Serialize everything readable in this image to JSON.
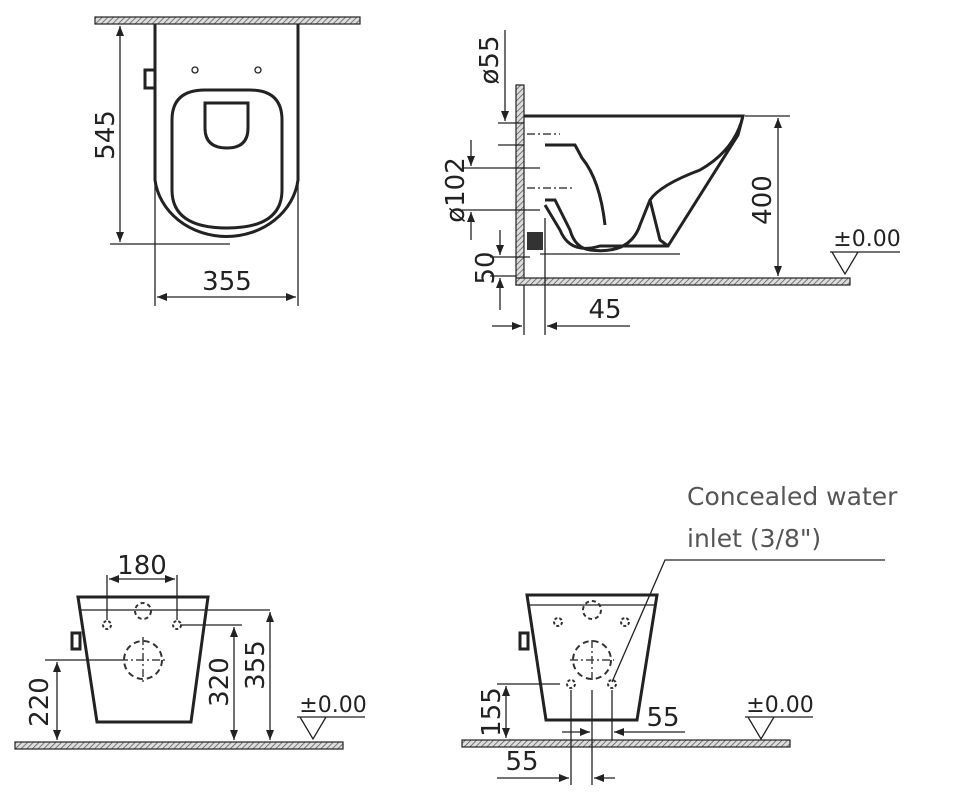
{
  "top_view": {
    "width_dim": "355",
    "depth_dim": "545"
  },
  "side_view": {
    "inlet_diameter": "ø55",
    "outlet_diameter": "ø102",
    "floor_gap_dim": "50",
    "wall_offset_dim": "45",
    "height_dim": "400",
    "floor_level": "±0.00"
  },
  "front_view": {
    "bolt_spacing_dim": "180",
    "outlet_height_dim": "220",
    "bolt_height_dim": "320",
    "top_height_dim": "355",
    "floor_level": "±0.00"
  },
  "rear_view": {
    "callout_line1": "Concealed water",
    "callout_line2": "inlet (3/8\")",
    "inlet_height_dim": "155",
    "inlet_offset_right_dim": "55",
    "inlet_offset_left_dim": "55",
    "floor_level": "±0.00"
  }
}
